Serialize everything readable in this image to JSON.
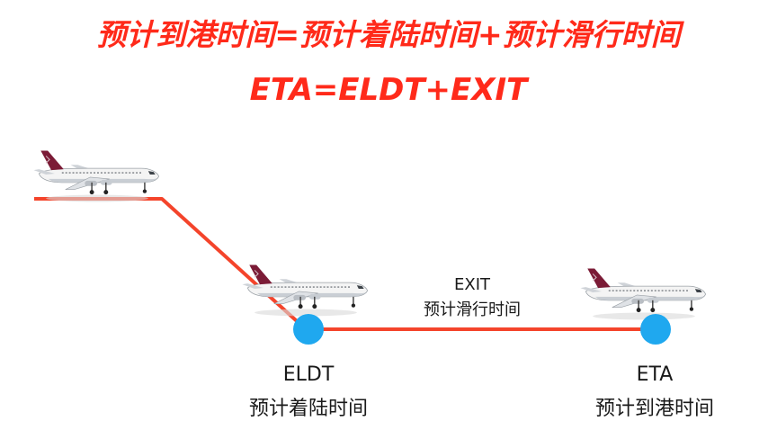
{
  "title": {
    "line1": "预计到港时间=预计着陆时间+预计滑行时间",
    "line2": "ETA=ELDT+EXIT"
  },
  "segments": {
    "exit": {
      "code": "EXIT",
      "name": "预计滑行时间"
    }
  },
  "milestones": [
    {
      "code": "ELDT",
      "name": "预计着陆时间"
    },
    {
      "code": "ETA",
      "name": "预计到港时间"
    }
  ],
  "colors": {
    "title": "#ff2a1a",
    "path_line": "#f4442b",
    "milestone_dot": "#1fa8ef",
    "aircraft_body": "#f2f2f2",
    "aircraft_tail": "#8a1538"
  },
  "icons": [
    "airplane-icon",
    "airplane-icon",
    "airplane-icon"
  ]
}
